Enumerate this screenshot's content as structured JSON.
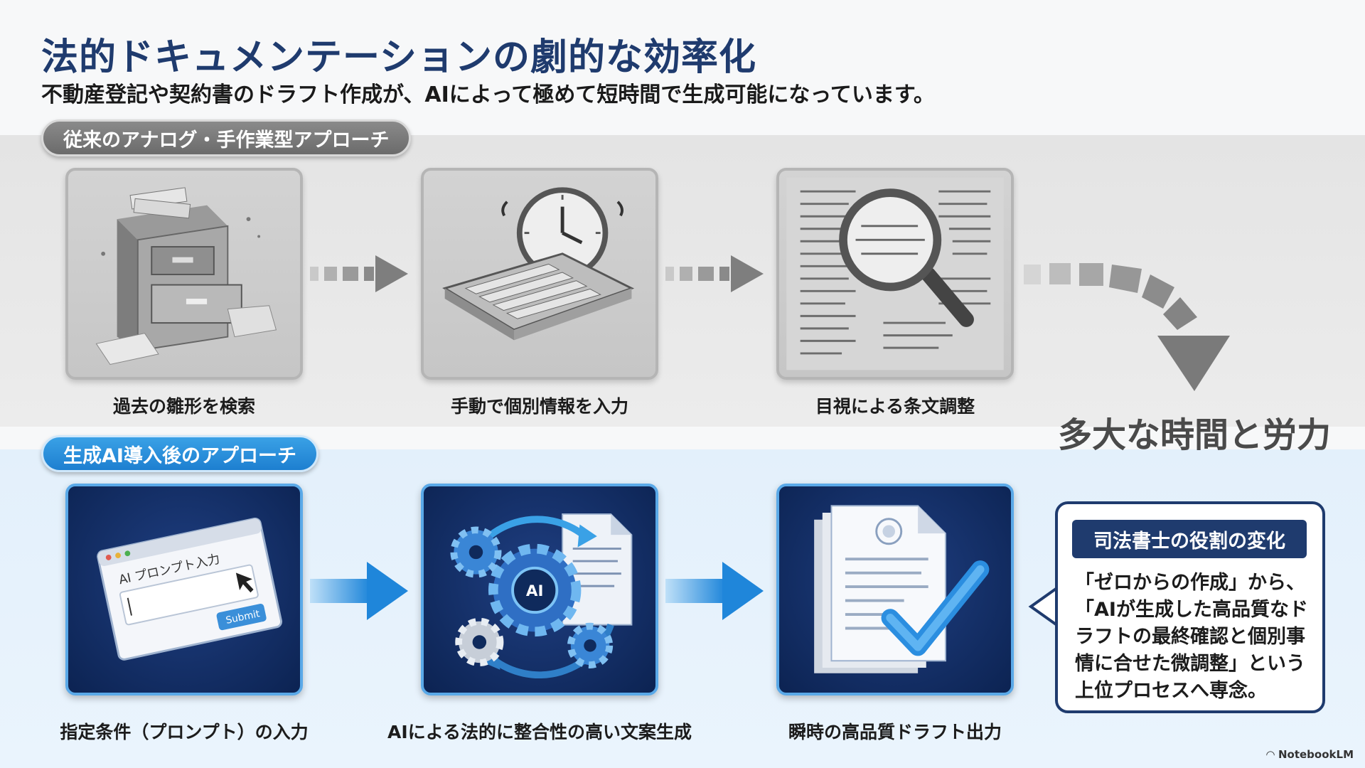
{
  "header": {
    "title": "法的ドキュメンテーションの劇的な効率化",
    "subtitle": "不動産登記や契約書のドラフト作成が、AIによって極めて短時間で生成可能になっています。"
  },
  "old_approach": {
    "label": "従来のアナログ・手作業型アプローチ",
    "steps": [
      {
        "caption": "過去の雛形を検索",
        "icon": "file-cabinet-icon"
      },
      {
        "caption": "手動で個別情報を入力",
        "icon": "clock-keyboard-icon"
      },
      {
        "caption": "目視による条文調整",
        "icon": "magnifier-document-icon"
      }
    ],
    "result": "多大な時間と労力"
  },
  "new_approach": {
    "label": "生成AI導入後のアプローチ",
    "steps": [
      {
        "caption": "指定条件（プロンプト）の入力",
        "icon": "prompt-window-icon",
        "window_text": "AI プロンプト入力",
        "button_text": "Submit"
      },
      {
        "caption": "AIによる法的に整合性の高い文案生成",
        "icon": "ai-gears-icon",
        "chip_text": "AI"
      },
      {
        "caption": "瞬時の高品質ドラフト出力",
        "icon": "document-check-icon"
      }
    ]
  },
  "callout": {
    "title": "司法書士の役割の変化",
    "body": "「ゼロからの作成」から、\n「AIが生成した高品質なドラフトの最終確認と個別事情に合せた微調整」という上位プロセスへ専念。"
  },
  "footer": {
    "brand": "NotebookLM"
  },
  "colors": {
    "title": "#1f3b6e",
    "old_band": "#e4e4e4",
    "new_band": "#e3f0fb",
    "accent_blue": "#1d7fd0",
    "card_navy": "#0c2352"
  }
}
